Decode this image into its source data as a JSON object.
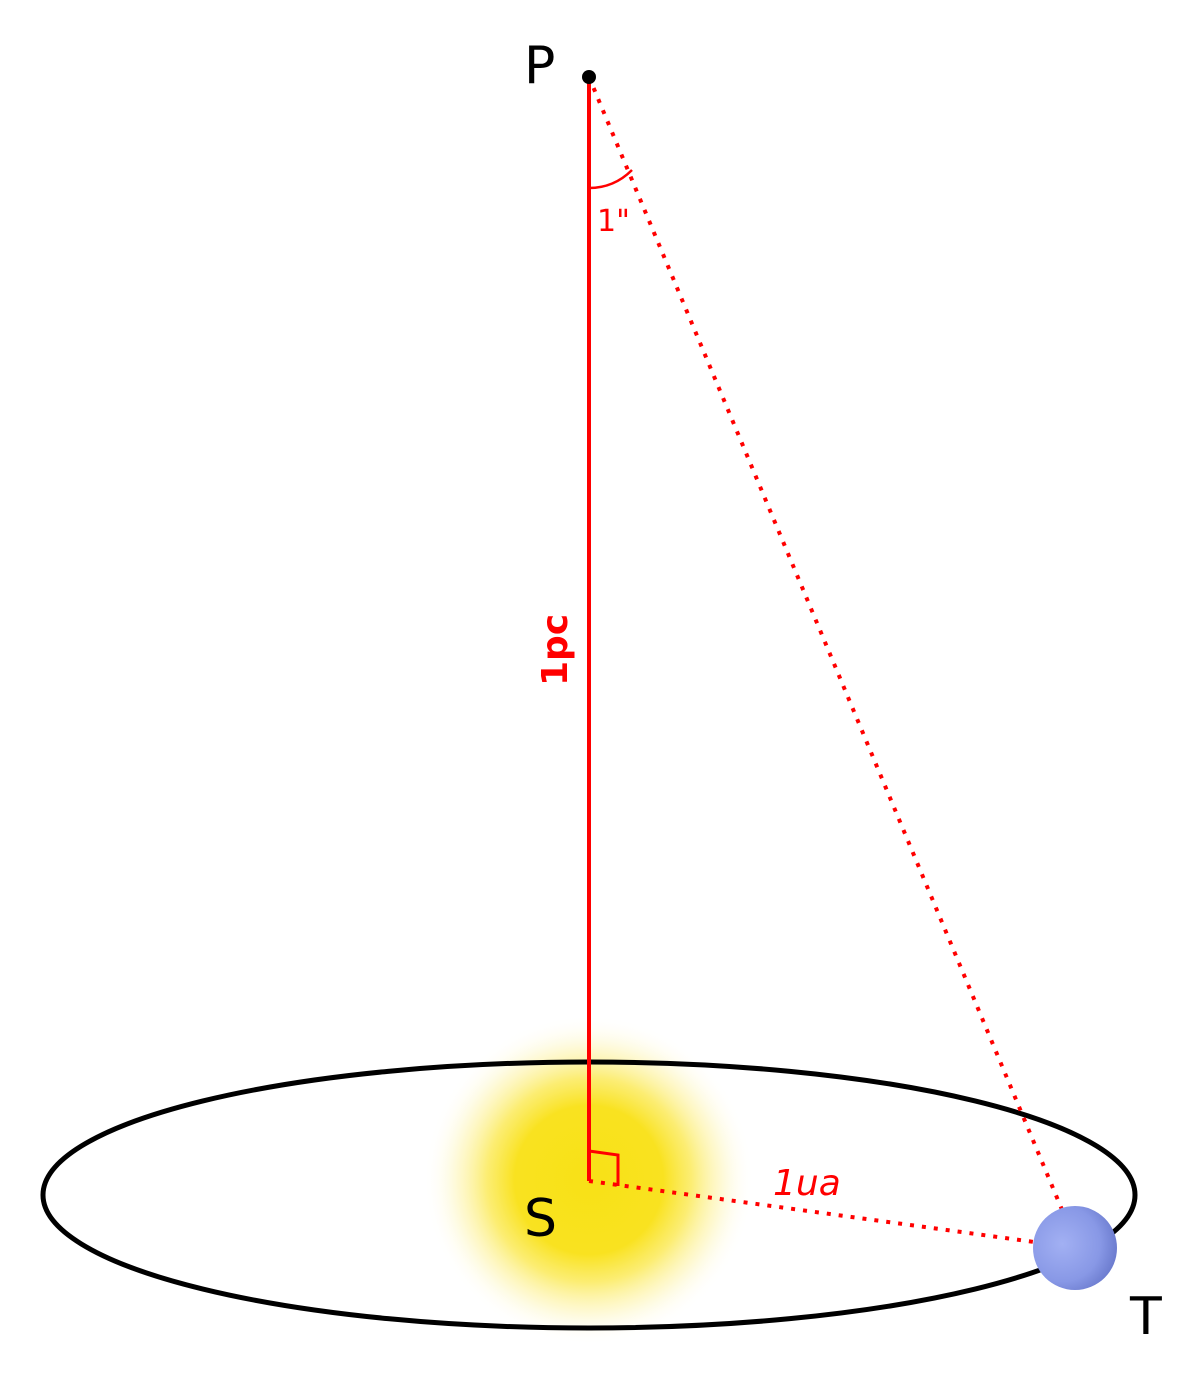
{
  "labels": {
    "point_p": "P",
    "point_s": "S",
    "point_t": "T",
    "distance_parsec": "1pc",
    "angle_arcsec": "1\"",
    "distance_au": "1ua"
  },
  "colors": {
    "construction_lines": "#ff0000",
    "orbit": "#000000",
    "sun": "#f9e21c",
    "earth": "#7f8ee0",
    "text": "#000000"
  }
}
